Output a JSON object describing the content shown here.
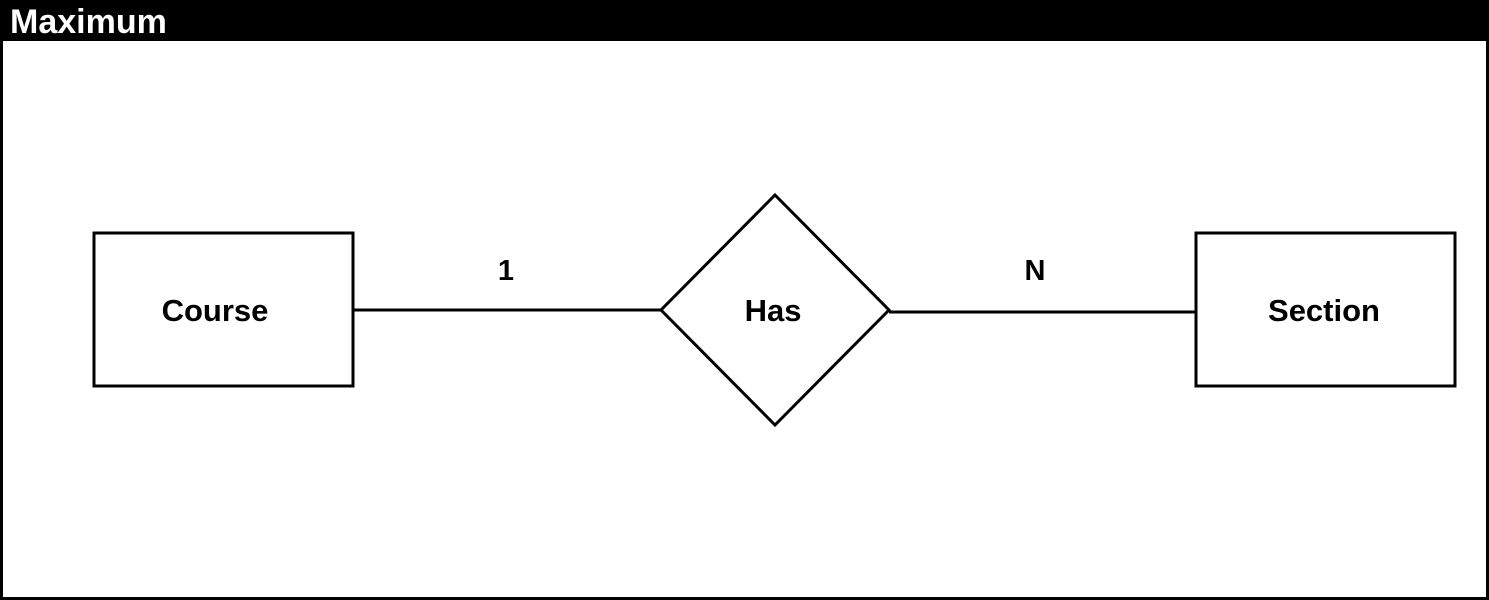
{
  "frame": {
    "title": "Maximum"
  },
  "entities": {
    "left": {
      "label": "Course"
    },
    "right": {
      "label": "Section"
    }
  },
  "relationship": {
    "label": "Has"
  },
  "cardinality": {
    "left": "1",
    "right": "N"
  },
  "colors": {
    "stroke": "#000000",
    "fill": "#ffffff",
    "title_bar": "#000000",
    "title_text": "#ffffff"
  }
}
